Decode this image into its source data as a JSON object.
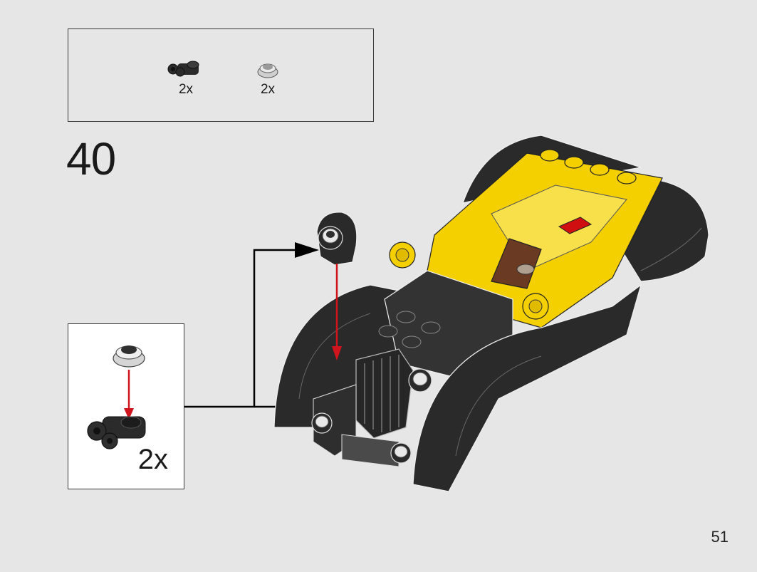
{
  "step": {
    "number": "40",
    "page_number": "51"
  },
  "parts_list": [
    {
      "name": "black-clip-plate",
      "quantity": "2x"
    },
    {
      "name": "round-tile-light-gray",
      "quantity": "2x"
    }
  ],
  "sub_assembly": {
    "quantity": "2x"
  },
  "colors": {
    "background": "#e6e6e6",
    "brick_black": "#2b2b2b",
    "brick_yellow": "#f5d000",
    "brick_red": "#d01010",
    "brick_brown": "#6b3a22",
    "arrow_red": "#d0141e",
    "callout_line": "#000000"
  }
}
